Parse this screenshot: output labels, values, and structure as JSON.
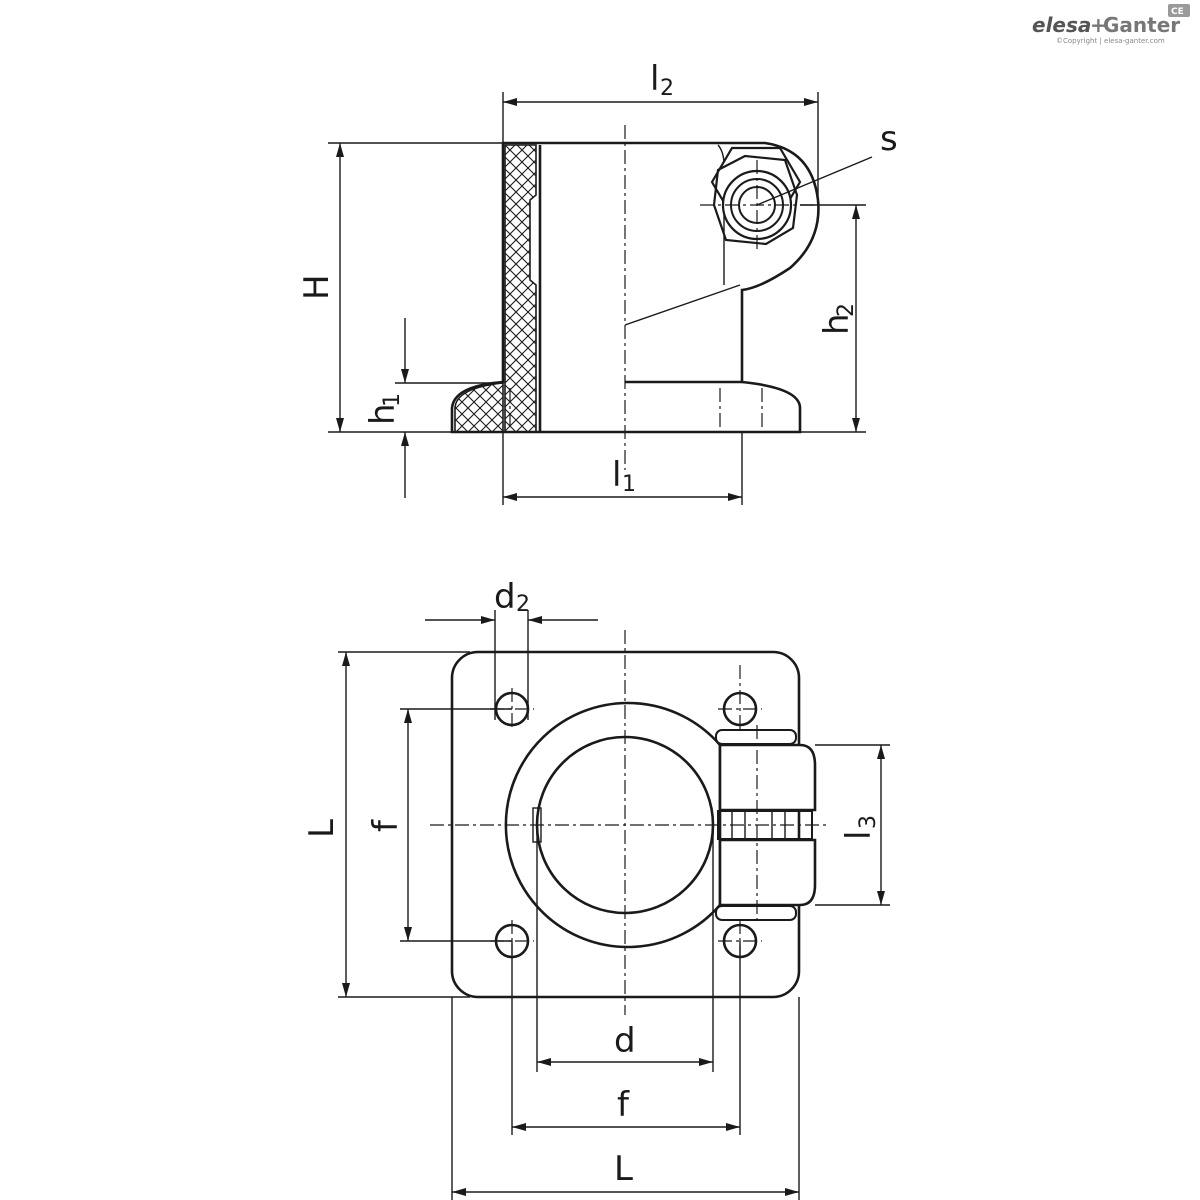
{
  "brand": {
    "logo_left": "elesa",
    "logo_plus": "+",
    "logo_right": "Ganter",
    "copyright": "©Copyright | elesa-ganter.com",
    "badge": "CE",
    "badge_color": "#9a9a9a"
  },
  "side_view": {
    "dims": {
      "l2_main": "l",
      "l2_sub": "2",
      "H": "H",
      "s": "s",
      "h2_main": "h",
      "h2_sub": "2",
      "h1_main": "h",
      "h1_sub": "1",
      "l1_main": "l",
      "l1_sub": "1"
    }
  },
  "top_view": {
    "dims": {
      "d2_main": "d",
      "d2_sub": "2",
      "L_left": "L",
      "f_left": "f",
      "l3_main": "l",
      "l3_sub": "3",
      "d": "d",
      "f_bottom": "f",
      "L_bottom": "L"
    }
  },
  "colors": {
    "line": "#1a1a1a",
    "background": "#ffffff"
  }
}
